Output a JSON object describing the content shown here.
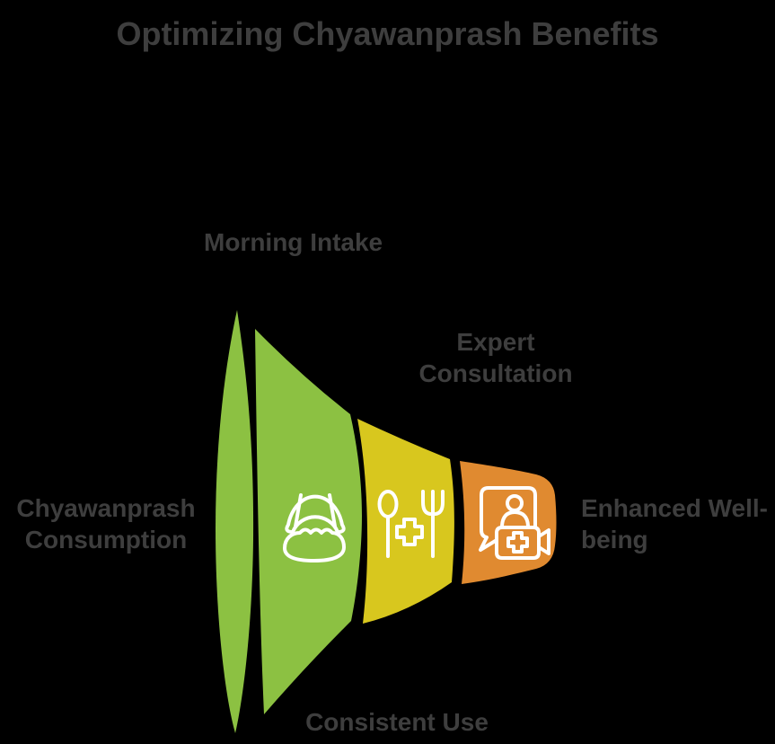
{
  "title": "Optimizing Chyawanprash Benefits",
  "colors": {
    "background": "#000000",
    "text": "#3e3e3e",
    "icon_stroke": "#ffffff"
  },
  "funnel": {
    "type": "horizontal-funnel",
    "stages": [
      {
        "label": "Chyawanprash Consumption",
        "color": "#8cc142",
        "icon": "croissant-bread-icon"
      },
      {
        "label": "Expert Consultation",
        "color": "#d8c71e",
        "icon": "spoon-fork-medical-cross-icon"
      },
      {
        "label": "Enhanced Well-being",
        "color": "#e08a30",
        "icon": "telehealth-video-consult-icon"
      }
    ]
  },
  "labels": {
    "morning_intake": "Morning Intake",
    "expert_line1": "Expert",
    "expert_line2": "Consultation",
    "chyawanprash_line1": "Chyawanprash",
    "chyawanprash_line2": "Consumption",
    "enhanced_line1": "Enhanced Well-",
    "enhanced_line2": "being",
    "consistent_use": "Consistent Use"
  }
}
